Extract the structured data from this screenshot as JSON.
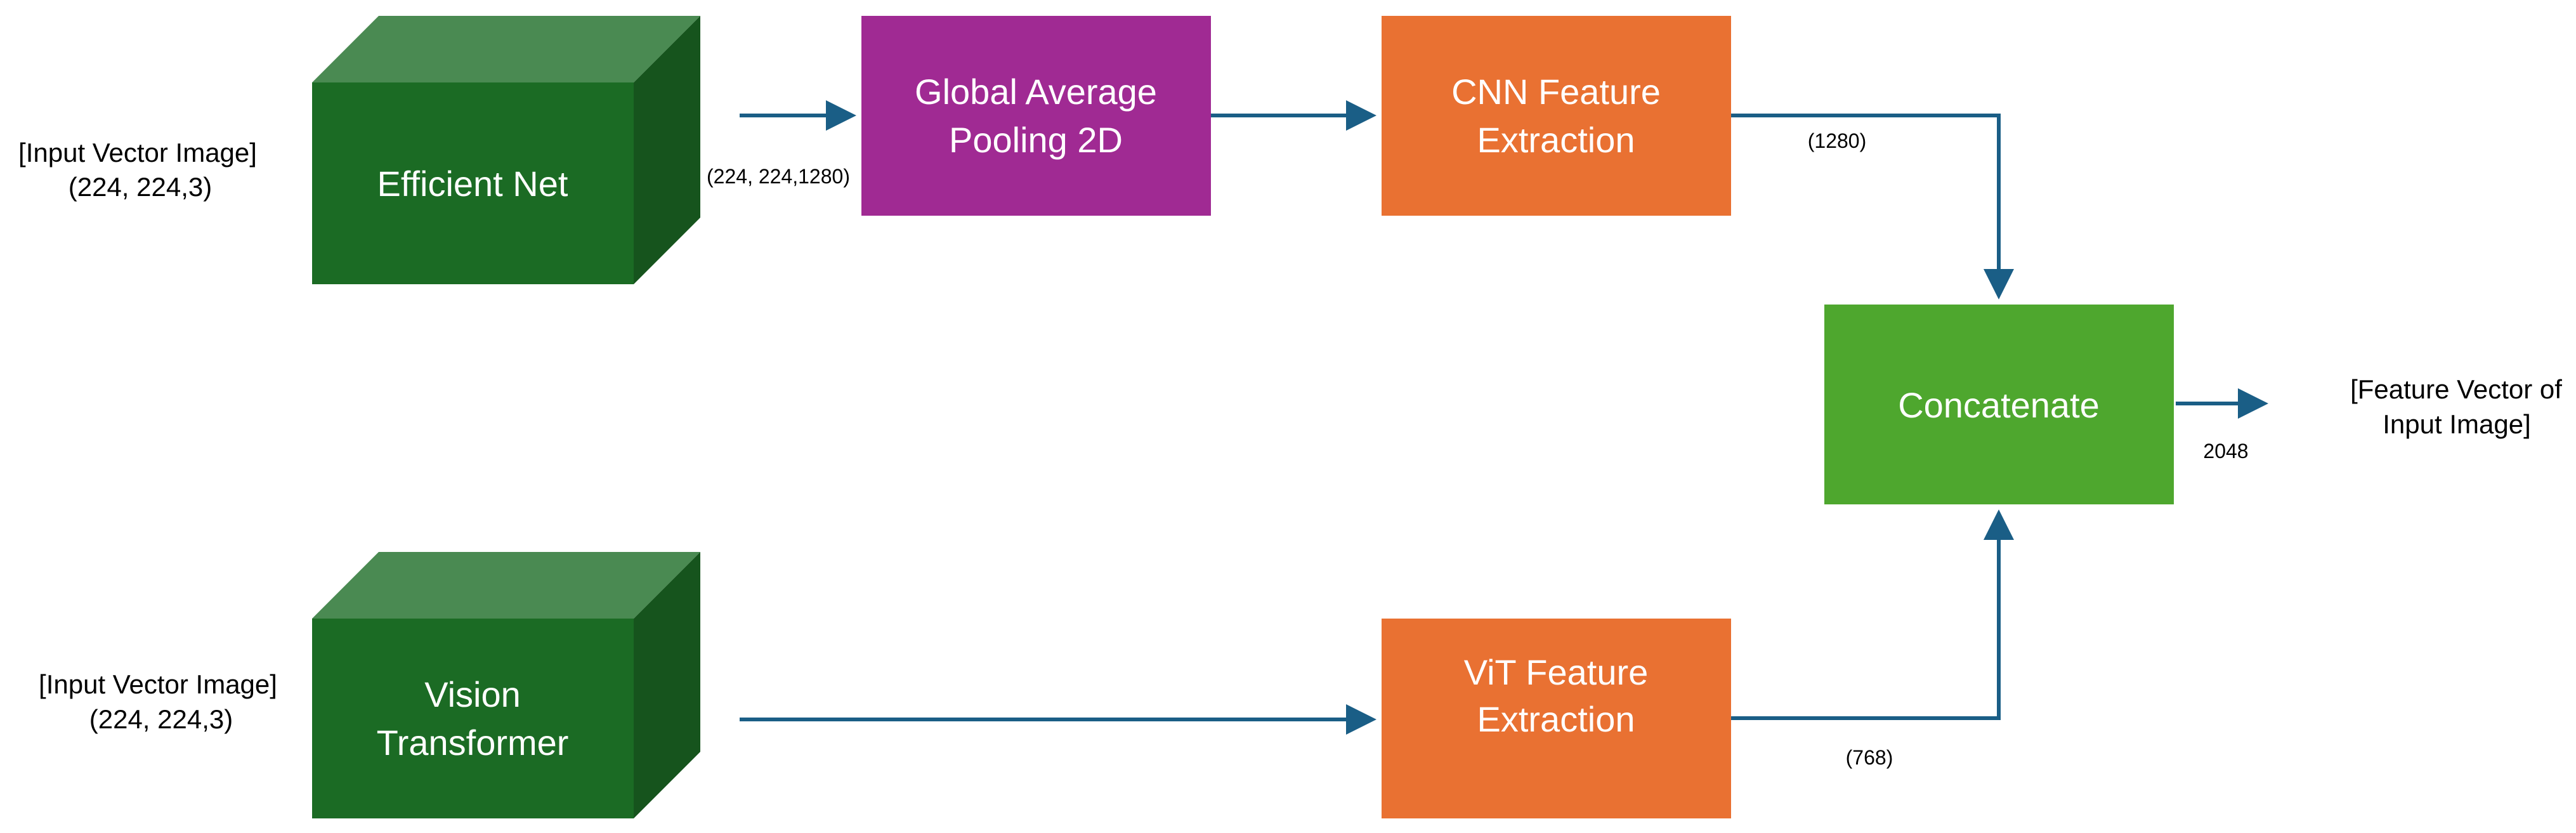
{
  "colors": {
    "cube_front": "#1b6b24",
    "cube_top": "#4a8a52",
    "cube_side": "#16541d",
    "pooling": "#a02a93",
    "feature_extraction": "#e97132",
    "concatenate": "#4ea72e",
    "arrow": "#1a5e86"
  },
  "inputs": {
    "top": {
      "line1": "[Input Vector Image]",
      "line2": "(224, 224,3)"
    },
    "bottom": {
      "line1": "[Input Vector Image]",
      "line2": "(224, 224,3)"
    }
  },
  "nodes": {
    "efficient_net": {
      "line1": "Efficient Net",
      "icon": "cube-icon"
    },
    "vision_transformer": {
      "line1": "Vision",
      "line2": "Transformer",
      "icon": "cube-icon"
    },
    "global_pooling": {
      "line1": "Global Average",
      "line2": "Pooling 2D"
    },
    "cnn_feature": {
      "line1": "CNN Feature",
      "line2": "Extraction"
    },
    "vit_feature": {
      "line1": "ViT Feature",
      "line2": "Extraction"
    },
    "concatenate": {
      "line1": "Concatenate"
    }
  },
  "edge_labels": {
    "efficientnet_output": "(224, 224,1280)",
    "cnn_output": "(1280)",
    "vit_output": "(768)",
    "concat_output": "2048"
  },
  "output": {
    "line1": "[Feature Vector of",
    "line2": "Input Image]"
  }
}
